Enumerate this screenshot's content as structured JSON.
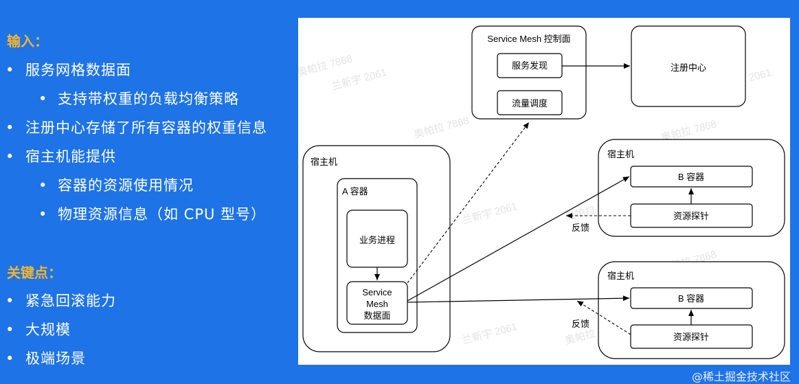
{
  "left": {
    "input_title": "输入：",
    "input_items": [
      {
        "text": "服务网格数据面",
        "level": 1
      },
      {
        "text": "支持带权重的负载均衡策略",
        "level": 2
      },
      {
        "text": "注册中心存储了所有容器的权重信息",
        "level": 1
      },
      {
        "text": "宿主机能提供",
        "level": 1
      },
      {
        "text": "容器的资源使用情况",
        "level": 2
      },
      {
        "text": "物理资源信息（如 CPU 型号）",
        "level": 2
      }
    ],
    "key_title": "关键点：",
    "key_items": [
      {
        "text": "紧急回滚能力"
      },
      {
        "text": "大规模"
      },
      {
        "text": "极端场景"
      }
    ],
    "bullet_symbol": "•"
  },
  "diagram": {
    "control_plane": "Service Mesh 控制面",
    "service_discovery": "服务发现",
    "traffic_scheduling": "流量调度",
    "registry": "注册中心",
    "host_left": "宿主机",
    "container_a": "A 容器",
    "business_process": "业务进程",
    "data_plane_line1": "Service",
    "data_plane_line2": "Mesh",
    "data_plane_line3": "数据面",
    "host_top_right": "宿主机",
    "container_b1": "B 容器",
    "probe1": "资源探针",
    "feedback1": "反馈",
    "host_bottom_right": "宿主机",
    "container_b2": "B 容器",
    "probe2": "资源探针",
    "feedback2": "反馈",
    "background_lettering": [
      "奥帕拉 7868",
      "兰新宇 2061"
    ]
  },
  "footer": {
    "watermark": "@稀土掘金技术社区"
  },
  "colors": {
    "background": "#1e73e6",
    "section_title": "#f7b52a",
    "text": "#ffffff"
  }
}
